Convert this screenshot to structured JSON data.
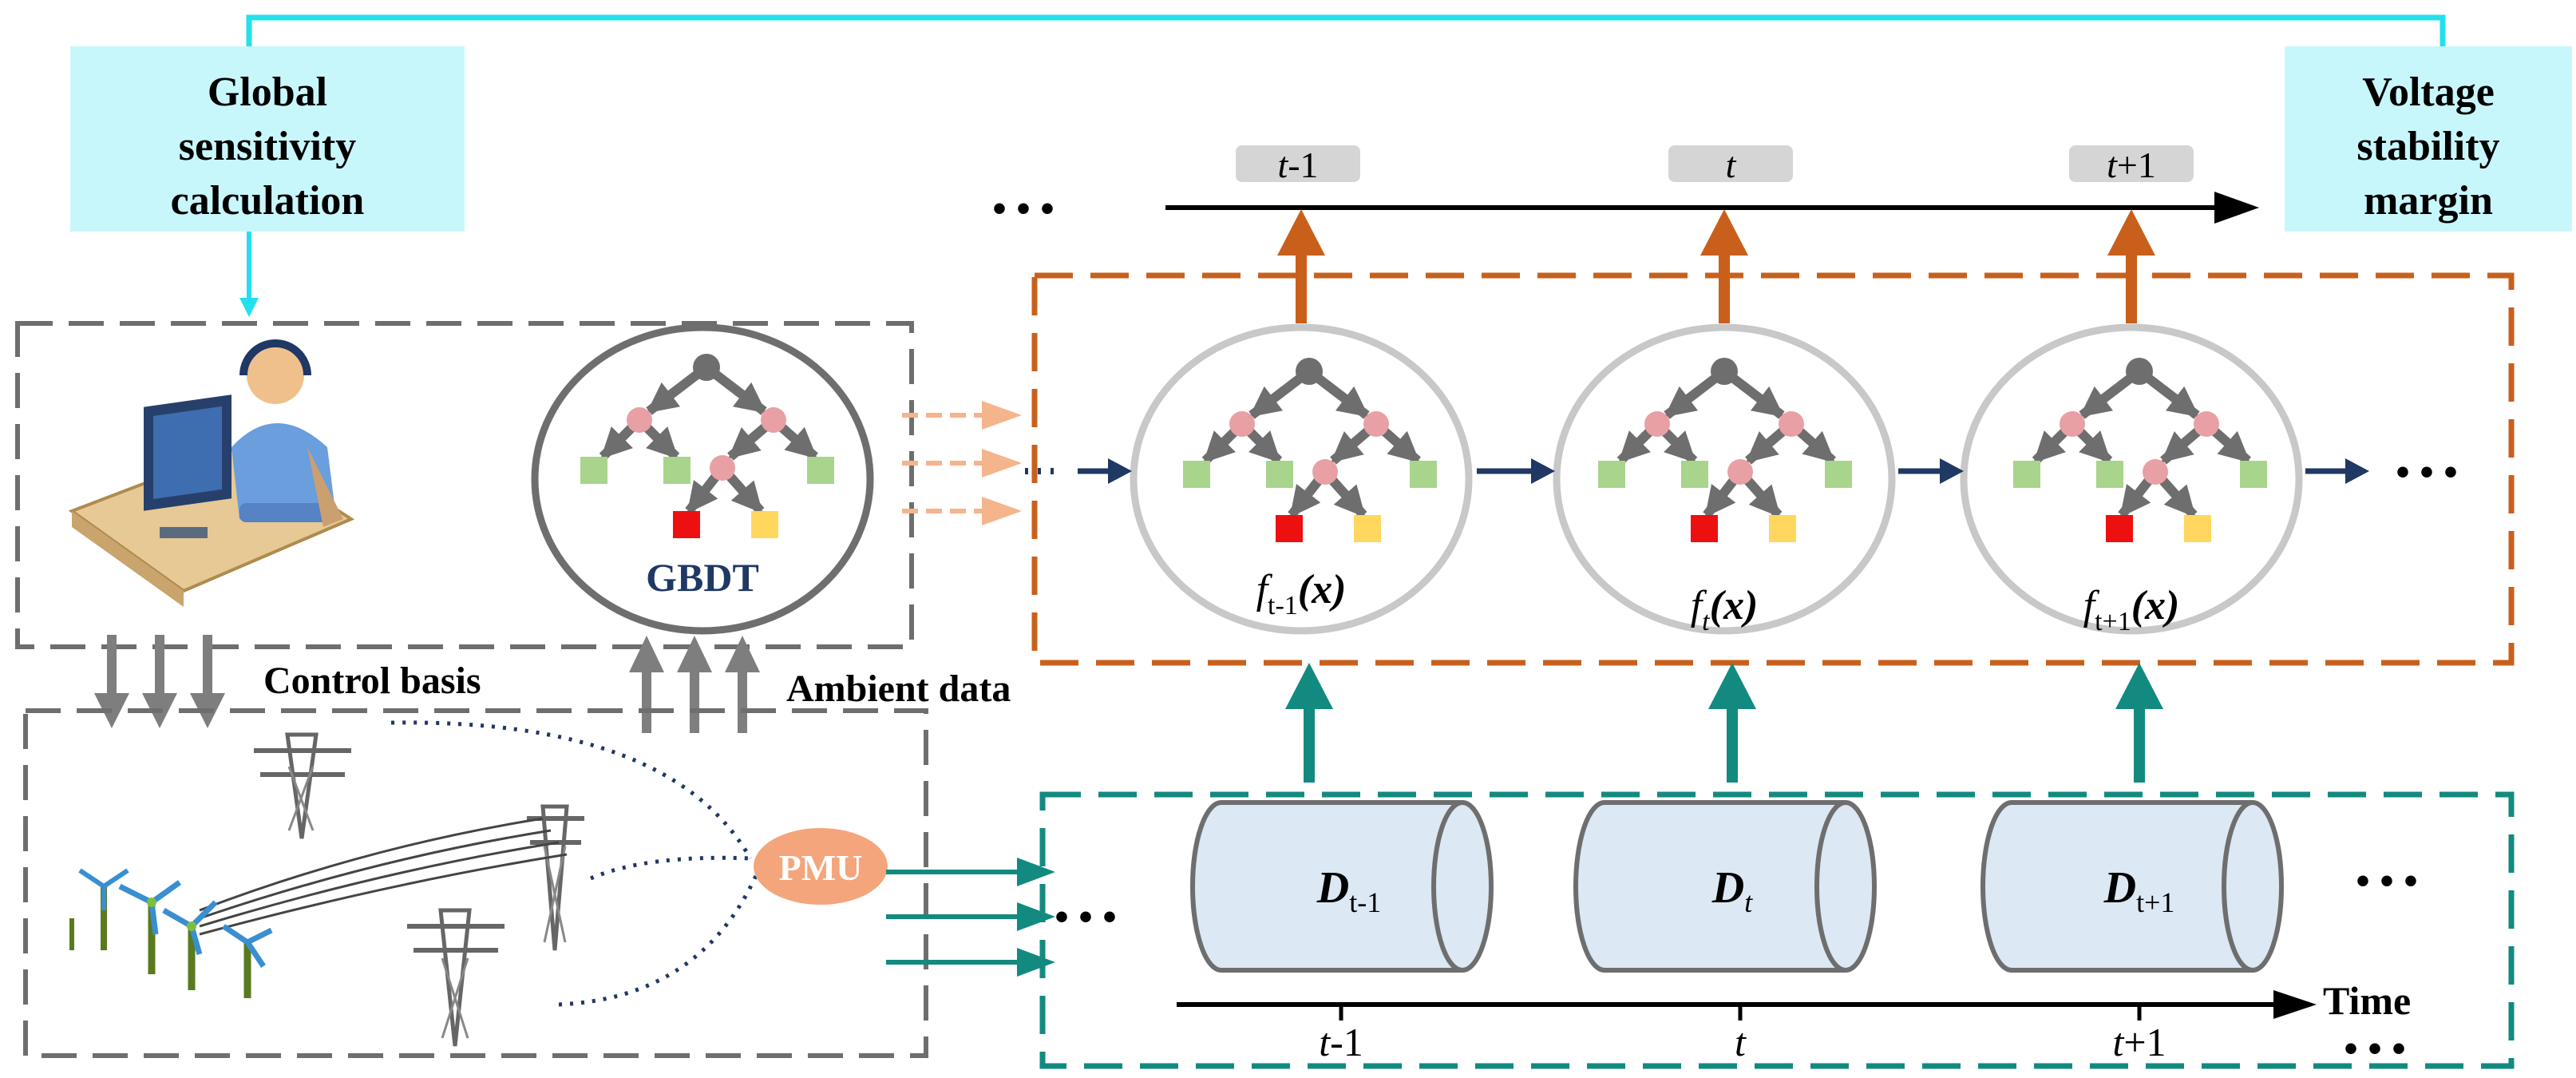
{
  "top_left_box": {
    "lines": [
      "Global",
      "sensitivity",
      "calculation"
    ]
  },
  "top_right_box": {
    "lines": [
      "Voltage",
      "stability",
      "margin"
    ]
  },
  "labels": {
    "control_basis": "Control basis",
    "ambient_data": "Ambient data",
    "gbdt": "GBDT",
    "pmu": "PMU",
    "time": "Time",
    "dots": "• • •",
    "dots2": "• • •"
  },
  "top_timeline": {
    "tags": [
      {
        "main": "t",
        "sign": "-",
        "num": "1"
      },
      {
        "main": "t",
        "sign": "",
        "num": ""
      },
      {
        "main": "t",
        "sign": "+",
        "num": "1"
      }
    ]
  },
  "bottom_timeline": {
    "ticks": [
      {
        "main": "t",
        "sign": "-",
        "num": "1"
      },
      {
        "main": "t",
        "sign": "",
        "num": ""
      },
      {
        "main": "t",
        "sign": "+",
        "num": "1"
      }
    ]
  },
  "models": [
    {
      "f": "f",
      "sub": "t-1",
      "arg": "(x)"
    },
    {
      "f": "f",
      "sub": "t",
      "arg": "(x)"
    },
    {
      "f": "f",
      "sub": "t+1",
      "arg": "(x)"
    }
  ],
  "datasets": [
    {
      "main": "D",
      "sub": "t-1"
    },
    {
      "main": "D",
      "sub": "t"
    },
    {
      "main": "D",
      "sub": "t+1"
    }
  ],
  "colors": {
    "cyan": "#22e0ee",
    "cyan_fill": "#c8f7fb",
    "orange": "#c8601c",
    "teal": "#138a80",
    "gray": "#6e6e6e",
    "navy": "#1f3864",
    "pmu": "#f4a57c",
    "cylinder": "#dce8f4",
    "node_pink": "#e8a0a4",
    "leaf_green": "#a8d48c",
    "leaf_red": "#ee1010",
    "leaf_yellow": "#ffd75e"
  }
}
